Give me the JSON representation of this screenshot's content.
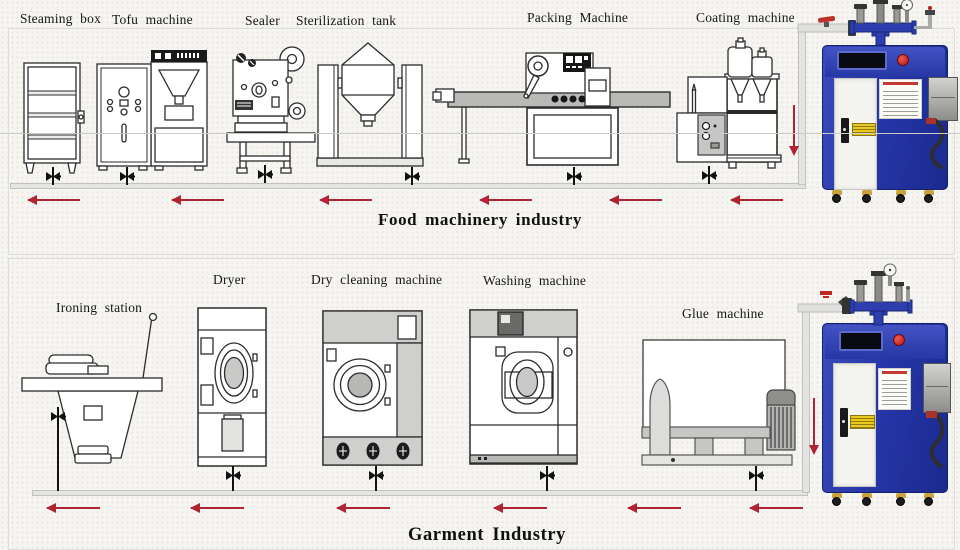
{
  "diagram": {
    "sections": [
      {
        "title": "Food machinery industry",
        "machines": [
          {
            "name": "steaming-box",
            "label": "Steaming box"
          },
          {
            "name": "tofu-machine",
            "label": "Tofu machine"
          },
          {
            "name": "sealer",
            "label": "Sealer"
          },
          {
            "name": "sterilization-tank",
            "label": "Sterilization tank"
          },
          {
            "name": "packing-machine",
            "label": "Packing Machine"
          },
          {
            "name": "coating-machine",
            "label": "Coating machine"
          }
        ]
      },
      {
        "title": "Garment Industry",
        "machines": [
          {
            "name": "ironing-station",
            "label": "Ironing station"
          },
          {
            "name": "dryer",
            "label": "Dryer"
          },
          {
            "name": "dry-cleaning-machine",
            "label": "Dry cleaning machine"
          },
          {
            "name": "washing-machine",
            "label": "Washing machine"
          },
          {
            "name": "glue-machine",
            "label": "Glue machine"
          }
        ]
      }
    ],
    "colors": {
      "arrow_red": "#b02333",
      "generator_blue": "#2636a8",
      "pipe_gray": "#e4e4e2",
      "warning_yellow": "#e9c91e",
      "emergency_button_red": "#cc2524"
    }
  }
}
